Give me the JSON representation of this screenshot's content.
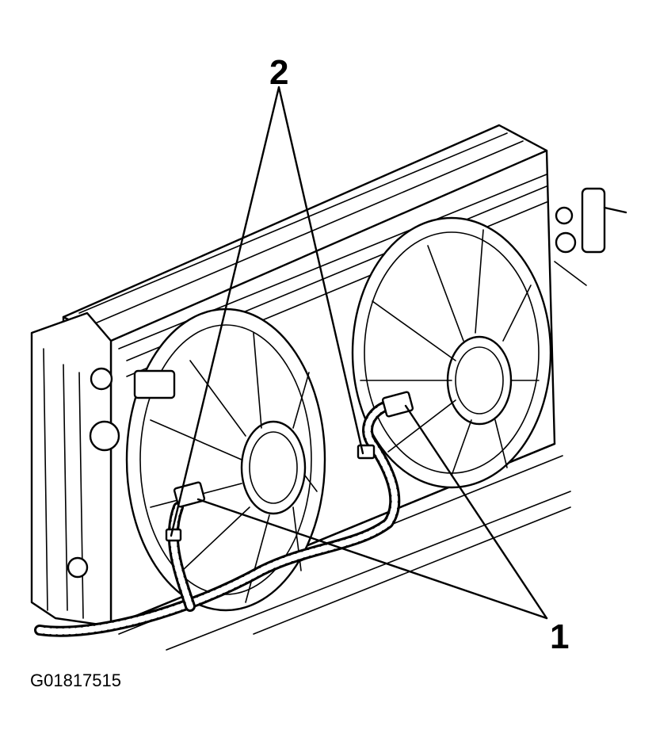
{
  "callouts": {
    "label_1": "1",
    "label_2": "2"
  },
  "figure_id": "G01817515",
  "colors": {
    "line": "#000000",
    "background": "#ffffff"
  }
}
